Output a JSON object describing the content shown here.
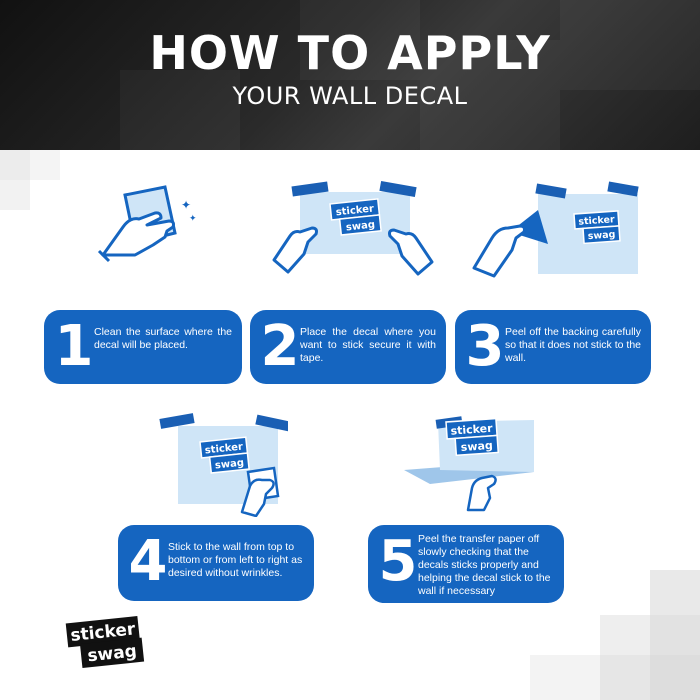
{
  "header": {
    "title": "HOW TO APPLY",
    "subtitle": "YOUR WALL DECAL"
  },
  "steps": [
    {
      "number": "1",
      "text": "Clean the surface where the decal will be placed."
    },
    {
      "number": "2",
      "text": "Place the decal where you want to stick secure it with tape."
    },
    {
      "number": "3",
      "text": "Peel off the backing carefully so that it does not stick to the wall."
    },
    {
      "number": "4",
      "text": "Stick to the wall from top to bottom or from left to right as desired without wrinkles."
    },
    {
      "number": "5",
      "text": "Peel the transfer paper off slowly checking that the decals sticks properly and helping the decal stick to the wall if necessary"
    }
  ],
  "brand": {
    "line1": "sticker",
    "line2": "swag"
  },
  "colors": {
    "accent": "#1565c0",
    "light_blue": "#cfe5f7",
    "tape": "#1a5fb4",
    "header_dark": "#1a1a1a"
  },
  "icons": [
    "wipe-cloth-icon",
    "tape-decal-icon",
    "peel-backing-icon",
    "stick-decal-icon",
    "peel-transfer-icon",
    "brand-logo"
  ]
}
